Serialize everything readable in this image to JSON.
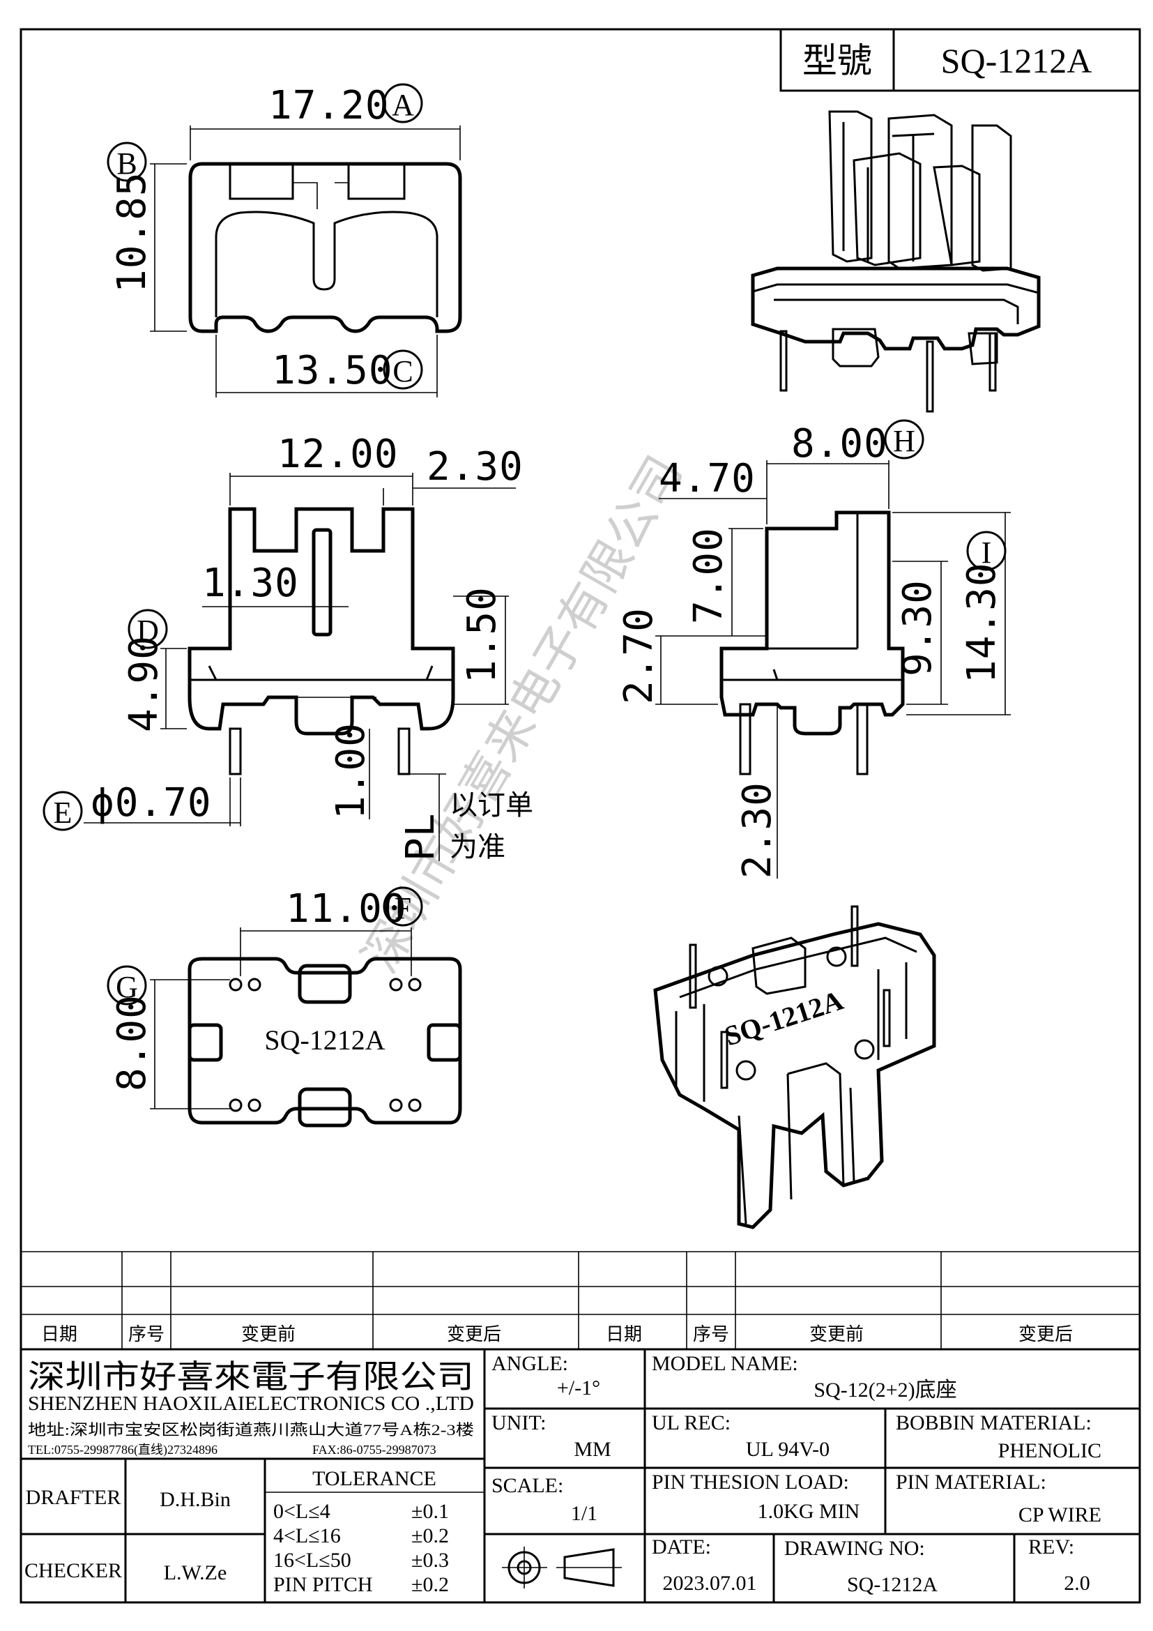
{
  "header": {
    "model_label": "型號",
    "model_value": "SQ-1212A"
  },
  "top_view": {
    "width": "17.20",
    "height": "10.85",
    "inner_width": "13.50",
    "mark_a": "A",
    "mark_b": "B",
    "mark_c": "C"
  },
  "front_view": {
    "width": "12.00",
    "tab": "2.30",
    "slot": "1.30",
    "base_height": "4.90",
    "step": "1.50",
    "pin_len": "1.00",
    "pin_dia": "ϕ0.70",
    "pl_label": "PL",
    "pl_note_1": "以订单",
    "pl_note_2": "为准",
    "mark_d": "D",
    "mark_e": "E"
  },
  "side_view": {
    "width": "8.00",
    "offset": "4.70",
    "inner_height": "7.00",
    "mid_height": "9.30",
    "total_height": "14.30",
    "base": "2.70",
    "pin": "2.30",
    "mark_h": "H",
    "mark_i": "I"
  },
  "bottom_view": {
    "pitch": "11.00",
    "depth": "8.00",
    "part_label": "SQ-1212A",
    "mark_f": "F",
    "mark_g": "G"
  },
  "iso_bottom": {
    "part_label": "SQ-1212A"
  },
  "watermark": "深圳市好喜来电子有限公司",
  "revision_table": {
    "headers": [
      "日期",
      "序号",
      "变更前",
      "变更后",
      "日期",
      "序号",
      "变更前",
      "变更后"
    ]
  },
  "company": {
    "name_cn": "深圳市好喜來電子有限公司",
    "name_en": "SHENZHEN HAOXILAIELECTRONICS CO .,LTD",
    "address": "地址:深圳市宝安区松岗街道燕川燕山大道77号A栋2-3楼",
    "tel": "TEL:0755-29987786(直线)27324896",
    "fax": "FAX:86-0755-29987073"
  },
  "title_block": {
    "angle_label": "ANGLE:",
    "angle_value": "+/-1°",
    "model_name_label": "MODEL NAME:",
    "model_name_value": "SQ-12(2+2)底座",
    "unit_label": "UNIT:",
    "unit_value": "MM",
    "ul_rec_label": "UL REC:",
    "ul_rec_value": "UL 94V-0",
    "bobbin_material_label": "BOBBIN MATERIAL:",
    "bobbin_material_value": "PHENOLIC",
    "scale_label": "SCALE:",
    "scale_value": "1/1",
    "pin_load_label": "PIN THESION LOAD:",
    "pin_load_value": "1.0KG MIN",
    "pin_material_label": "PIN MATERIAL:",
    "pin_material_value": "CP  WIRE",
    "date_label": "DATE:",
    "date_value": "2023.07.01",
    "drawing_no_label": "DRAWING NO:",
    "drawing_no_value": "SQ-1212A",
    "rev_label": "REV:",
    "rev_value": "2.0",
    "drafter_label": "DRAFTER",
    "drafter_value": "D.H.Bin",
    "checker_label": "CHECKER",
    "checker_value": "L.W.Ze",
    "tolerance_title": "TOLERANCE",
    "tolerance_rows": [
      {
        "range": "0<L≤4",
        "value": "±0.1"
      },
      {
        "range": "4<L≤16",
        "value": "±0.2"
      },
      {
        "range": "16<L≤50",
        "value": "±0.3"
      },
      {
        "range": "PIN PITCH",
        "value": "±0.2"
      }
    ]
  }
}
